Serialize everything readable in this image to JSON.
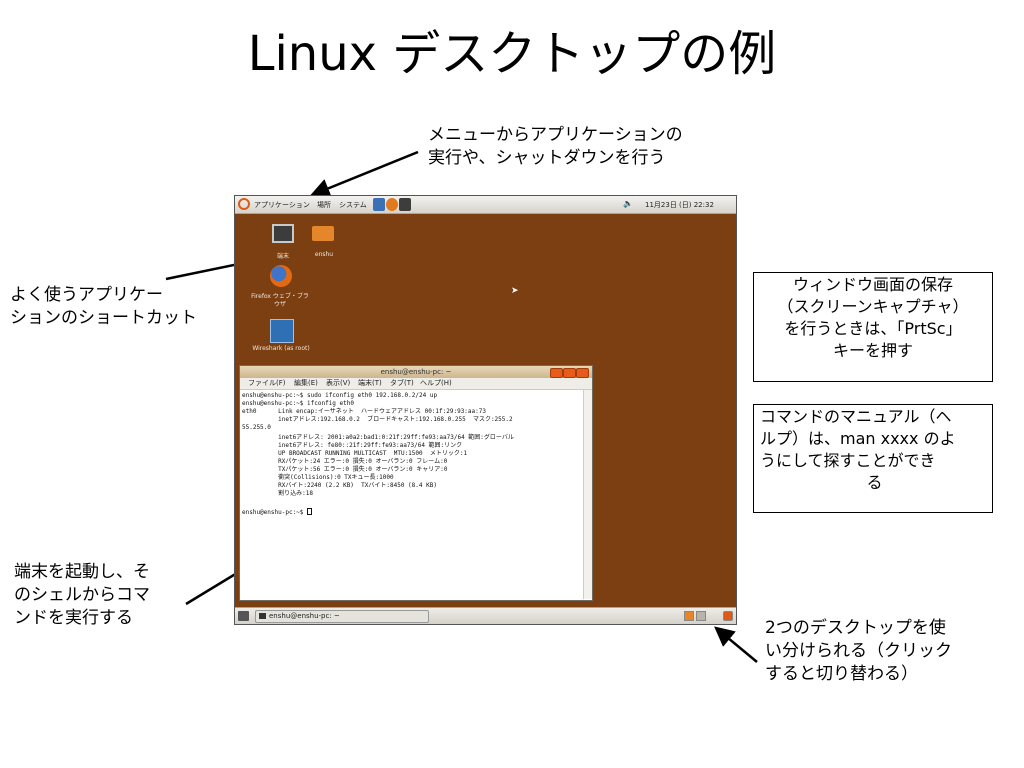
{
  "slide": {
    "title": "Linux デスクトップの例"
  },
  "callouts": {
    "menu": [
      "メニューからアプリケーションの",
      "実行や、シャットダウンを行う"
    ],
    "shortcut": [
      "よく使うアプリケー",
      "ションのショートカット"
    ],
    "screenshot": [
      "ウィンドウ画面の保存",
      "（スクリーンキャプチャ）",
      "を行うときは、「PrtSc」",
      "キーを押す"
    ],
    "manual": [
      "コマンドのマニュアル（ヘ",
      "ルプ）は、man xxxx のよ",
      "うにして探すことができ",
      "る"
    ],
    "terminal": [
      "端末を起動し、そ",
      "のシェルからコマ",
      "ンドを実行する"
    ],
    "workspace": [
      "2つのデスクトップを使",
      "い分けられる（クリック",
      "すると切り替わる）"
    ]
  },
  "desktop": {
    "top_panel": {
      "menus": [
        "アプリケーション",
        "場所",
        "システム"
      ],
      "clock": "11月23日 (日) 22:32"
    },
    "icons": {
      "terminal": "端末",
      "home": "enshu",
      "firefox": [
        "Firefox ウェブ・ブラ",
        "ウザ"
      ],
      "wireshark": "Wireshark (as root)"
    },
    "terminal_window": {
      "title": "enshu@enshu-pc: ~",
      "menu": [
        "ファイル(F)",
        "編集(E)",
        "表示(V)",
        "端末(T)",
        "タブ(T)",
        "ヘルプ(H)"
      ],
      "lines": [
        "enshu@enshu-pc:~$ sudo ifconfig eth0 192.168.0.2/24 up",
        "enshu@enshu-pc:~$ ifconfig eth0",
        "eth0      Link encap:イーサネット  ハードウェアアドレス 00:1f:29:93:aa:73",
        "          inetアドレス:192.168.0.2  ブロードキャスト:192.168.0.255  マスク:255.2",
        "55.255.0",
        "          inet6アドレス: 2001:a0a2:bad1:0:21f:29ff:fe93:aa73/64 範囲:グローバル",
        "          inet6アドレス: fe80::21f:29ff:fe93:aa73/64 範囲:リンク",
        "          UP BROADCAST RUNNING MULTICAST  MTU:1500  メトリック:1",
        "          RXパケット:24 エラー:0 損失:0 オーバラン:0 フレーム:0",
        "          TXパケット:56 エラー:0 損失:0 オーバラン:0 キャリア:0",
        "          衝突(Collisions):0 TXキュー長:1000",
        "          RXバイト:2240 (2.2 KB)  TXバイト:8450 (8.4 KB)",
        "          割り込み:18",
        "",
        "enshu@enshu-pc:~$ "
      ]
    },
    "bottom_panel": {
      "task": "enshu@enshu-pc: ~"
    }
  }
}
